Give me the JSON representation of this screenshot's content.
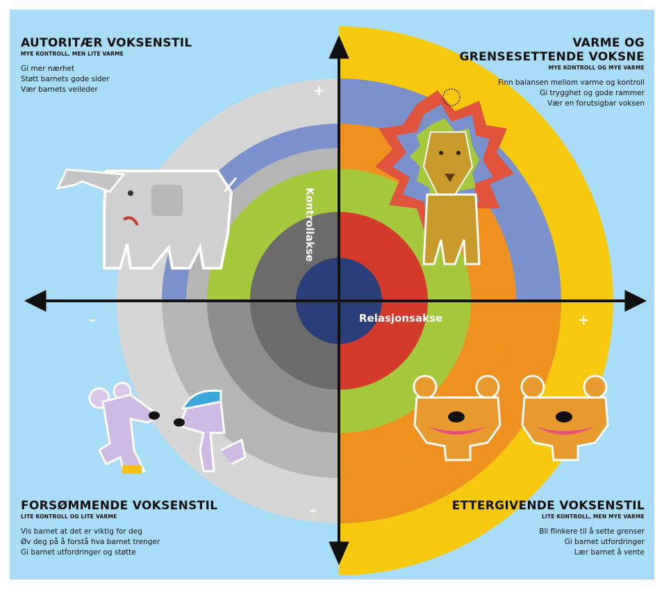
{
  "quadrants": {
    "top_left": {
      "title": "AUTORITÆR VOKSENSTIL",
      "subtitle": "MYE KONTROLL, MEN LITE VARME",
      "tips": [
        "Gi mer nærhet",
        "Støtt barnets gode sider",
        "Vær barnets veileder"
      ]
    },
    "top_right": {
      "title_line1": "VARME OG",
      "title_line2": "GRENSESETTENDE VOKSNE",
      "subtitle": "MYE KONTROLL OG MYE VARME",
      "tips": [
        "Finn balansen mellom varme og kontroll",
        "Gi trygghet og gode rammer",
        "Vær en forutsigbar voksen"
      ]
    },
    "bottom_left": {
      "title": "FORSØMMENDE VOKSENSTIL",
      "subtitle": "LITE KONTROLL OG LITE VARME",
      "tips": [
        "Vis barnet at det er viktig for deg",
        "Øv deg på å forstå hva barnet trenger",
        "Gi barnet utfordringer og støtte"
      ]
    },
    "bottom_right": {
      "title": "ETTERGIVENDE VOKSENSTIL",
      "subtitle": "LITE KONTROLL, MEN MYE VARME",
      "tips": [
        "Bli flinkere til å sette grenser",
        "Gi barnet utfordringer",
        "Lær barnet å vente"
      ]
    }
  },
  "axes": {
    "horizontal": "Relasjonsakse",
    "vertical": "Kontrollakse"
  },
  "signs": {
    "top": "+",
    "right": "+",
    "left": "–",
    "bottom": "–"
  },
  "colors": {
    "background": "#a9dcf6",
    "grey_rings": [
      "#d4d4d4",
      "#b4b4b4",
      "#8f8f8f",
      "#6c6c6c",
      "#444444"
    ],
    "left_colored_rings": [
      "#7b92cb",
      "#a6c93b"
    ],
    "right_colored_rings": [
      "#f6c90e",
      "#7b92cb",
      "#f0901f",
      "#a6c93b",
      "#d43a2b"
    ],
    "center": "#2a3e7a",
    "axis": "#111111"
  },
  "illustrations": [
    "elephant",
    "lion",
    "two-mice",
    "two-bears"
  ]
}
